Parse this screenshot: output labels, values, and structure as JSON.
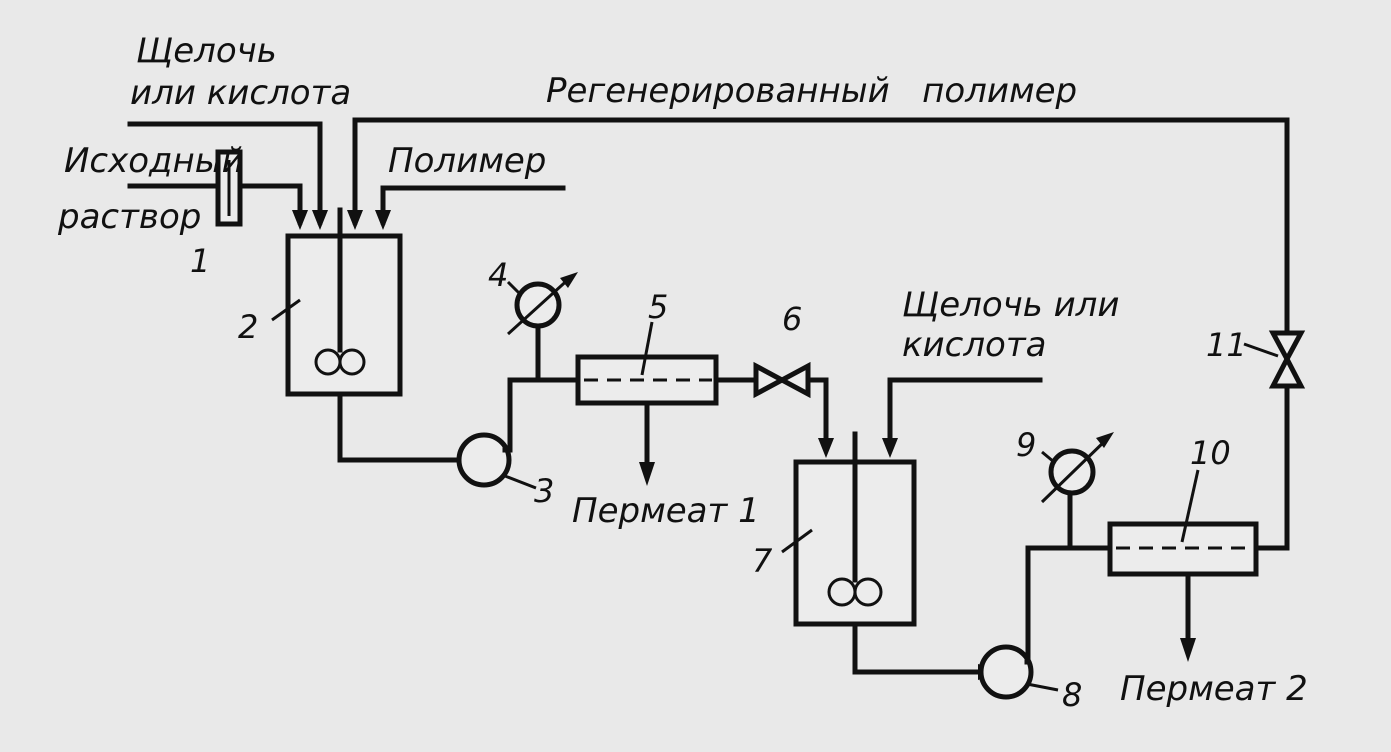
{
  "labels": {
    "alkali_top_line1": "Щелочь",
    "alkali_top_line2": "или кислота",
    "regenerated_polymer": "Регенерированный   полимер",
    "source_line1": "Исходный",
    "source_line2": "раствор",
    "polymer": "Полимер",
    "alkali_mid_line1": "Щелочь или",
    "alkali_mid_line2": "кислота",
    "permeate1": "Пермеат 1",
    "permeate2": "Пермеат 2"
  },
  "numbers": {
    "n1": "1",
    "n2": "2",
    "n3": "3",
    "n4": "4",
    "n5": "5",
    "n6": "6",
    "n7": "7",
    "n8": "8",
    "n9": "9",
    "n10": "10",
    "n11": "11"
  }
}
